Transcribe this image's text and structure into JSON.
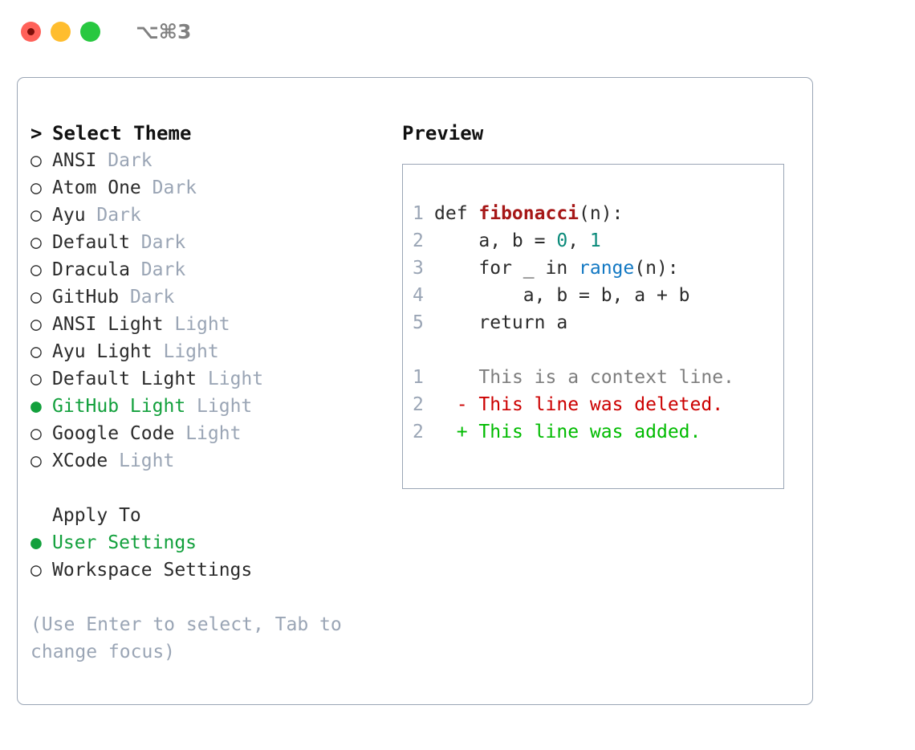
{
  "window": {
    "traffic_lights": [
      "close",
      "minimize",
      "maximize"
    ],
    "shortcut_label": "⌥⌘3",
    "colors": {
      "close": "#ff6159",
      "minimize": "#ffbd2e",
      "maximize": "#28c840",
      "border": "#9aa5b5",
      "dim_text": "#9aa5b5",
      "accent_green": "#12a03c",
      "diff_add": "#00bb00",
      "diff_del": "#cc0000",
      "code_fn": "#a61717",
      "code_num": "#0a8a7a",
      "code_call": "#1278c3"
    }
  },
  "theme_list": {
    "header_caret": ">",
    "header_label": "Select Theme",
    "marker_unselected": "○",
    "marker_selected": "●",
    "items": [
      {
        "marker": "○",
        "name": "ANSI",
        "variant": "Dark",
        "selected": false
      },
      {
        "marker": "○",
        "name": "Atom One",
        "variant": "Dark",
        "selected": false
      },
      {
        "marker": "○",
        "name": "Ayu",
        "variant": "Dark",
        "selected": false
      },
      {
        "marker": "○",
        "name": "Default",
        "variant": "Dark",
        "selected": false
      },
      {
        "marker": "○",
        "name": "Dracula",
        "variant": "Dark",
        "selected": false
      },
      {
        "marker": "○",
        "name": "GitHub",
        "variant": "Dark",
        "selected": false
      },
      {
        "marker": "○",
        "name": "ANSI Light",
        "variant": "Light",
        "selected": false
      },
      {
        "marker": "○",
        "name": "Ayu Light",
        "variant": "Light",
        "selected": false
      },
      {
        "marker": "○",
        "name": "Default Light",
        "variant": "Light",
        "selected": false
      },
      {
        "marker": "●",
        "name": "GitHub Light",
        "variant": "Light",
        "selected": true
      },
      {
        "marker": "○",
        "name": "Google Code",
        "variant": "Light",
        "selected": false
      },
      {
        "marker": "○",
        "name": "XCode",
        "variant": "Light",
        "selected": false
      }
    ]
  },
  "apply_to": {
    "label": "Apply To",
    "items": [
      {
        "marker": "●",
        "name": "User Settings",
        "selected": true
      },
      {
        "marker": "○",
        "name": "Workspace Settings",
        "selected": false
      }
    ]
  },
  "help_text": "(Use Enter to select, Tab to change focus)",
  "preview": {
    "title": "Preview",
    "code_lines": [
      {
        "num": "1",
        "segments": [
          {
            "t": "def ",
            "c": "plain"
          },
          {
            "t": "fibonacci",
            "c": "fn"
          },
          {
            "t": "(n):",
            "c": "plain"
          }
        ]
      },
      {
        "num": "2",
        "segments": [
          {
            "t": "    a, b = ",
            "c": "plain"
          },
          {
            "t": "0",
            "c": "num"
          },
          {
            "t": ", ",
            "c": "plain"
          },
          {
            "t": "1",
            "c": "num"
          }
        ]
      },
      {
        "num": "3",
        "segments": [
          {
            "t": "    for _ in ",
            "c": "plain"
          },
          {
            "t": "range",
            "c": "call"
          },
          {
            "t": "(n):",
            "c": "plain"
          }
        ]
      },
      {
        "num": "4",
        "segments": [
          {
            "t": "        a, b = b, a + b",
            "c": "plain"
          }
        ]
      },
      {
        "num": "5",
        "segments": [
          {
            "t": "    return a",
            "c": "plain"
          }
        ]
      }
    ],
    "diff_lines": [
      {
        "num": "1",
        "marker": " ",
        "text": "This is a context line.",
        "kind": "ctx"
      },
      {
        "num": "2",
        "marker": "-",
        "text": "This line was deleted.",
        "kind": "del"
      },
      {
        "num": "2",
        "marker": "+",
        "text": "This line was added.",
        "kind": "add"
      }
    ]
  }
}
